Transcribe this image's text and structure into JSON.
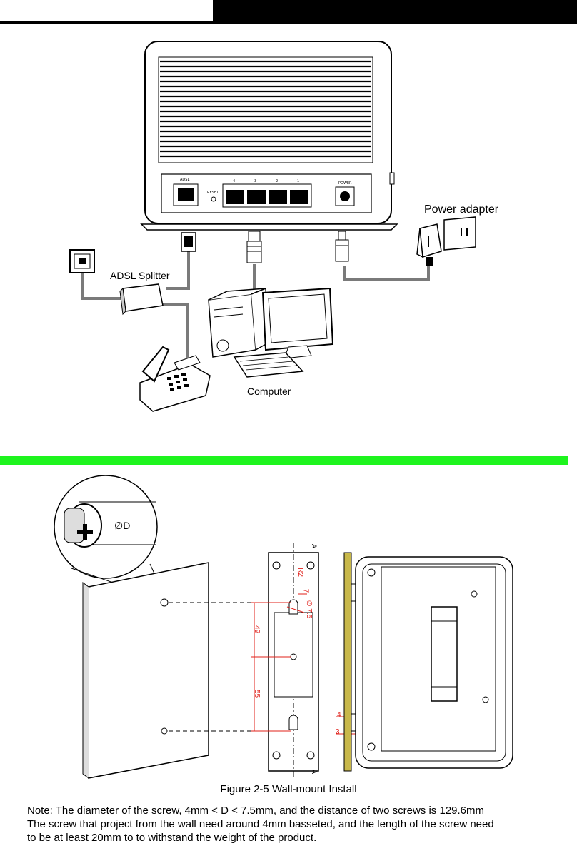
{
  "figure1": {
    "port_labels": {
      "adsl": "ADSL",
      "reset": "RESET",
      "p4": "4",
      "p3": "3",
      "p2": "2",
      "p1": "1",
      "power": "POWER"
    },
    "labels": {
      "power_adapter": "Power adapter",
      "adsl_splitter": "ADSL Splitter",
      "computer": "Computer"
    }
  },
  "figure2": {
    "dimension_labels": {
      "d": "∅D",
      "a_top": "A",
      "a_bottom": "A",
      "r2": "R2",
      "seven": "7",
      "phi75": "∅ 7.5",
      "forty_nine": "49",
      "fifty_five": "55",
      "four": "4",
      "three": "3"
    },
    "caption": "Figure 2-5  Wall-mount Install"
  },
  "note": {
    "line1": "Note: The diameter of the screw,  4mm < D < 7.5mm, and the distance of two screws is 129.6mm",
    "line2": "The screw that project from the wall need around 4mm basseted, and the length of the screw need",
    "line3": "to be at least 20mm to to withstand the weight of the product."
  },
  "colors": {
    "highlight": "#1ef41e",
    "dim_red": "#e0201a",
    "rail": "#c8b84a"
  }
}
